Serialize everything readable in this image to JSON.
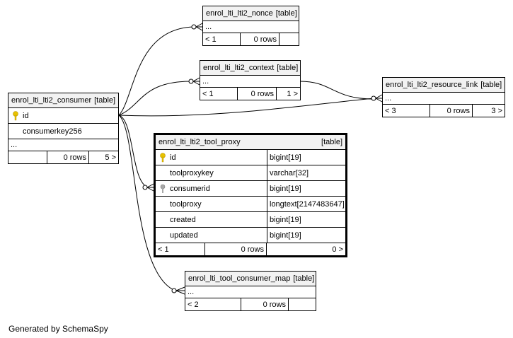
{
  "consumer": {
    "name": "enrol_lti_lti2_consumer",
    "kind": "[table]",
    "rows": [
      "id",
      "consumerkey256"
    ],
    "ellipsis": "...",
    "foot": [
      "",
      "0 rows",
      "5 >"
    ]
  },
  "nonce": {
    "name": "enrol_lti_lti2_nonce",
    "kind": "[table]",
    "ellipsis": "...",
    "foot": [
      "< 1",
      "0 rows",
      ""
    ]
  },
  "context": {
    "name": "enrol_lti_lti2_context",
    "kind": "[table]",
    "ellipsis": "...",
    "foot": [
      "< 1",
      "0 rows",
      "1 >"
    ]
  },
  "resource_link": {
    "name": "enrol_lti_lti2_resource_link",
    "kind": "[table]",
    "ellipsis": "...",
    "foot": [
      "< 3",
      "0 rows",
      "3 >"
    ]
  },
  "tool_proxy": {
    "name": "enrol_lti_lti2_tool_proxy",
    "kind": "[table]",
    "columns": [
      {
        "name": "id",
        "type": "bigint[19]"
      },
      {
        "name": "toolproxykey",
        "type": "varchar[32]"
      },
      {
        "name": "consumerid",
        "type": "bigint[19]"
      },
      {
        "name": "toolproxy",
        "type": "longtext[2147483647]"
      },
      {
        "name": "created",
        "type": "bigint[19]"
      },
      {
        "name": "updated",
        "type": "bigint[19]"
      }
    ],
    "foot": [
      "< 1",
      "0 rows",
      "0 >"
    ]
  },
  "consumer_map": {
    "name": "enrol_lti_tool_consumer_map",
    "kind": "[table]",
    "ellipsis": "...",
    "foot": [
      "< 2",
      "0 rows",
      ""
    ]
  },
  "footer": "Generated by SchemaSpy",
  "colors": {
    "primary_key": "#e8c200",
    "foreign_key": "#a8a8a8",
    "header_bg": "#f2f2f2"
  }
}
